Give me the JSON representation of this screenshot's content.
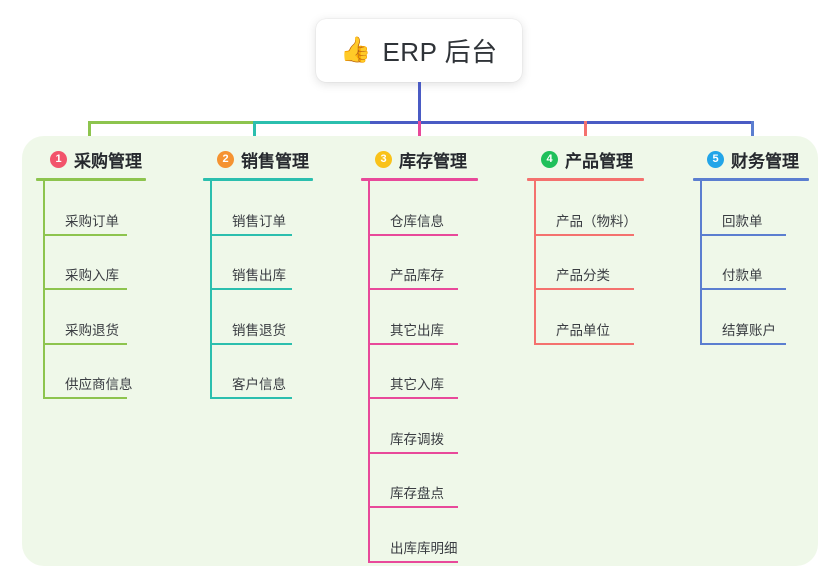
{
  "root": {
    "icon": "thumbs-up-icon",
    "icon_glyph": "👍",
    "title": "ERP 后台"
  },
  "palette": {
    "page_background": "#ffffff",
    "panel_background": "#eff8e9",
    "card_background": "#ffffff",
    "text": "#26292e",
    "column_1": "#8dc44e",
    "column_2": "#2bbfae",
    "column_3": "#e8499a",
    "column_4": "#f4716e",
    "column_5": "#5b7ed0",
    "trunk": "#4a5bc4",
    "badge_1": "#f2536b",
    "badge_2": "#f59331",
    "badge_3": "#f9c21a",
    "badge_4": "#1fc05a",
    "badge_5": "#22a5e8"
  },
  "columns": [
    {
      "index": "1",
      "badge_color": "#f2536b",
      "line_color": "#8dc44e",
      "title": "采购管理",
      "items": [
        "采购订单",
        "采购入库",
        "采购退货",
        "供应商信息"
      ]
    },
    {
      "index": "2",
      "badge_color": "#f59331",
      "line_color": "#2bbfae",
      "title": "销售管理",
      "items": [
        "销售订单",
        "销售出库",
        "销售退货",
        "客户信息"
      ]
    },
    {
      "index": "3",
      "badge_color": "#f9c21a",
      "line_color": "#e8499a",
      "title": "库存管理",
      "items": [
        "仓库信息",
        "产品库存",
        "其它出库",
        "其它入库",
        "库存调拨",
        "库存盘点",
        "出库库明细"
      ]
    },
    {
      "index": "4",
      "badge_color": "#1fc05a",
      "line_color": "#f4716e",
      "title": "产品管理",
      "items": [
        "产品（物料）",
        "产品分类",
        "产品单位"
      ]
    },
    {
      "index": "5",
      "badge_color": "#22a5e8",
      "line_color": "#5b7ed0",
      "title": "财务管理",
      "items": [
        "回款单",
        "付款单",
        "结算账户"
      ]
    }
  ]
}
